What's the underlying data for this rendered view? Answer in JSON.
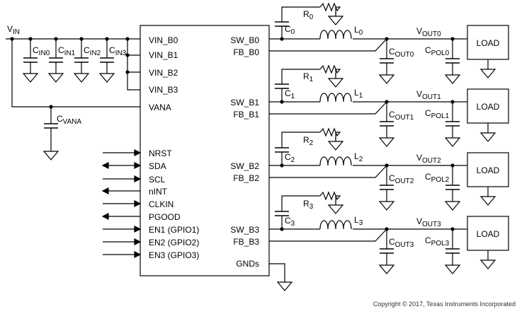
{
  "chip": {
    "left_pins": [
      "VIN_B0",
      "VIN_B1",
      "VIN_B2",
      "VIN_B3",
      "VANA"
    ],
    "io_pins": [
      "NRST",
      "SDA",
      "SCL",
      "nINT",
      "CLKIN",
      "PGOOD",
      "EN1 (GPIO1)",
      "EN2 (GPIO2)",
      "EN3 (GPIO3)"
    ],
    "right_pins": [
      "SW_B0",
      "FB_B0",
      "SW_B1",
      "FB_B1",
      "SW_B2",
      "FB_B2",
      "SW_B3",
      "FB_B3"
    ],
    "gnd_pin": "GNDs"
  },
  "input": {
    "vin_main": "V",
    "vin_sub": "IN",
    "cap_main": "C",
    "cap_subs": [
      "IN0",
      "IN1",
      "IN2",
      "IN3"
    ],
    "vana_sub": "VANA"
  },
  "phases": [
    {
      "r_main": "R",
      "r_sub": "0",
      "c_main": "C",
      "c_sub": "0",
      "l_main": "L",
      "l_sub": "0",
      "vout_main": "V",
      "vout_sub": "OUT0",
      "cout_main": "C",
      "cout_sub": "OUT0",
      "cpol_main": "C",
      "cpol_sub": "POL0",
      "load": "LOAD"
    },
    {
      "r_main": "R",
      "r_sub": "1",
      "c_main": "C",
      "c_sub": "1",
      "l_main": "L",
      "l_sub": "1",
      "vout_main": "V",
      "vout_sub": "OUT1",
      "cout_main": "C",
      "cout_sub": "OUT1",
      "cpol_main": "C",
      "cpol_sub": "POL1",
      "load": "LOAD"
    },
    {
      "r_main": "R",
      "r_sub": "2",
      "c_main": "C",
      "c_sub": "2",
      "l_main": "L",
      "l_sub": "2",
      "vout_main": "V",
      "vout_sub": "OUT2",
      "cout_main": "C",
      "cout_sub": "OUT2",
      "cpol_main": "C",
      "cpol_sub": "POL2",
      "load": "LOAD"
    },
    {
      "r_main": "R",
      "r_sub": "3",
      "c_main": "C",
      "c_sub": "3",
      "l_main": "L",
      "l_sub": "3",
      "vout_main": "V",
      "vout_sub": "OUT3",
      "cout_main": "C",
      "cout_sub": "OUT3",
      "cpol_main": "C",
      "cpol_sub": "POL3",
      "load": "LOAD"
    }
  ],
  "copyright": "Copyright © 2017, Texas Instruments Incorporated"
}
